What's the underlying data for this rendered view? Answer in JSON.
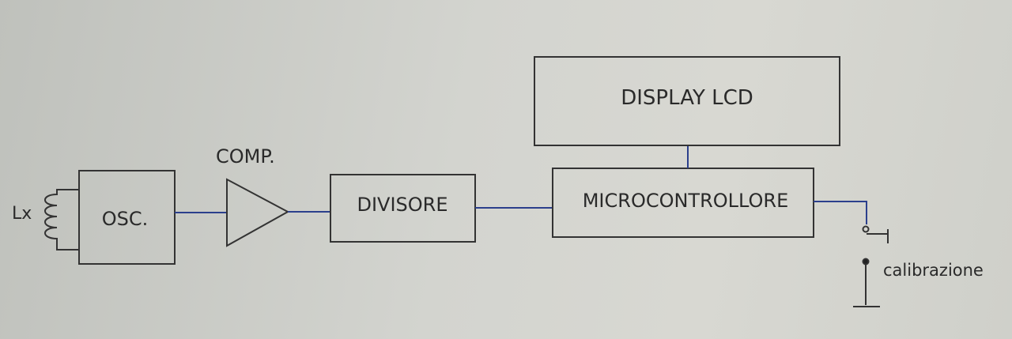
{
  "diagram": {
    "blocks": {
      "osc": "OSC.",
      "divisore": "DIVISORE",
      "microcontrollore": "MICROCONTROLLORE",
      "display": "DISPLAY  LCD"
    },
    "labels": {
      "inductor": "Lx",
      "comparator": "COMP.",
      "switch": "calibrazione"
    },
    "colors": {
      "wire": "#2b3f8c",
      "outline": "#333333",
      "background": "#d3d4cf"
    }
  }
}
